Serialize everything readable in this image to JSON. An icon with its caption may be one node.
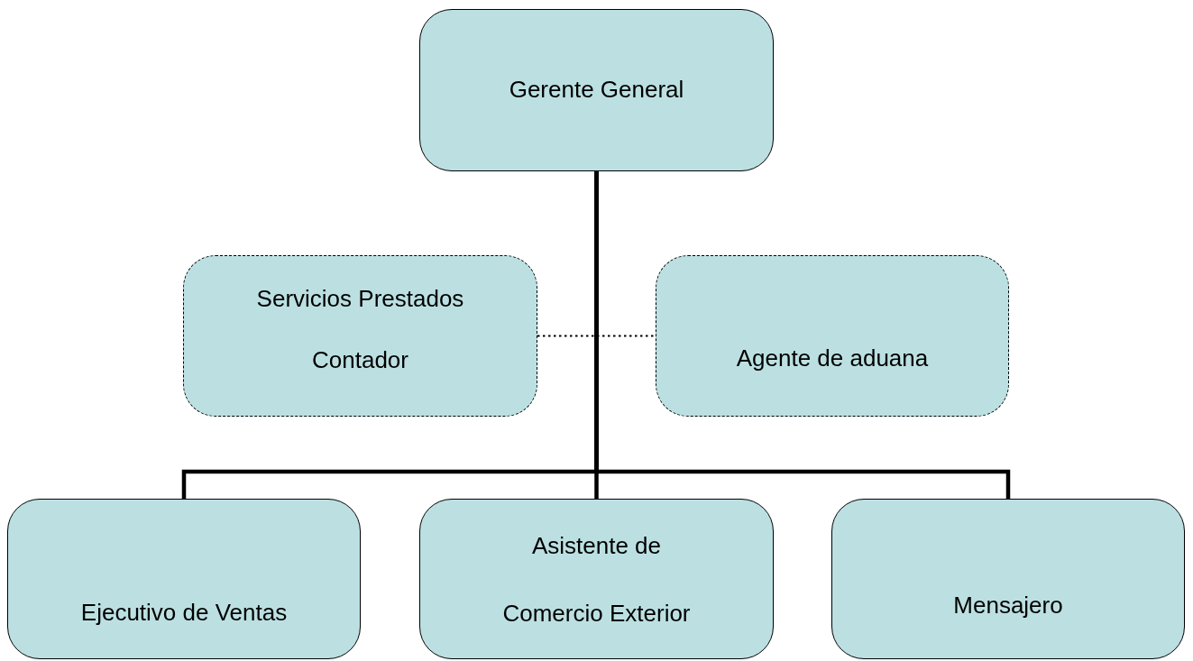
{
  "diagram": {
    "nodes": [
      {
        "text": [
          "Gerente General"
        ]
      },
      {
        "text": [
          "Servicios Prestados Contador"
        ]
      },
      {
        "text": [
          "Agente de aduana"
        ]
      },
      {
        "text": [
          "Ejecutivo de Ventas"
        ]
      },
      {
        "text": [
          "Asistente de Comercio Exterior"
        ]
      },
      {
        "text": [
          "Mensajero"
        ]
      }
    ],
    "edges": [
      {
        "from": 0,
        "to": 3,
        "arrow": "none"
      },
      {
        "from": 0,
        "to": 4,
        "arrow": "none"
      },
      {
        "from": 0,
        "to": 5,
        "arrow": "none"
      },
      {
        "from": 1,
        "to": 2,
        "arrow": "none",
        "style": "dashed"
      }
    ]
  }
}
